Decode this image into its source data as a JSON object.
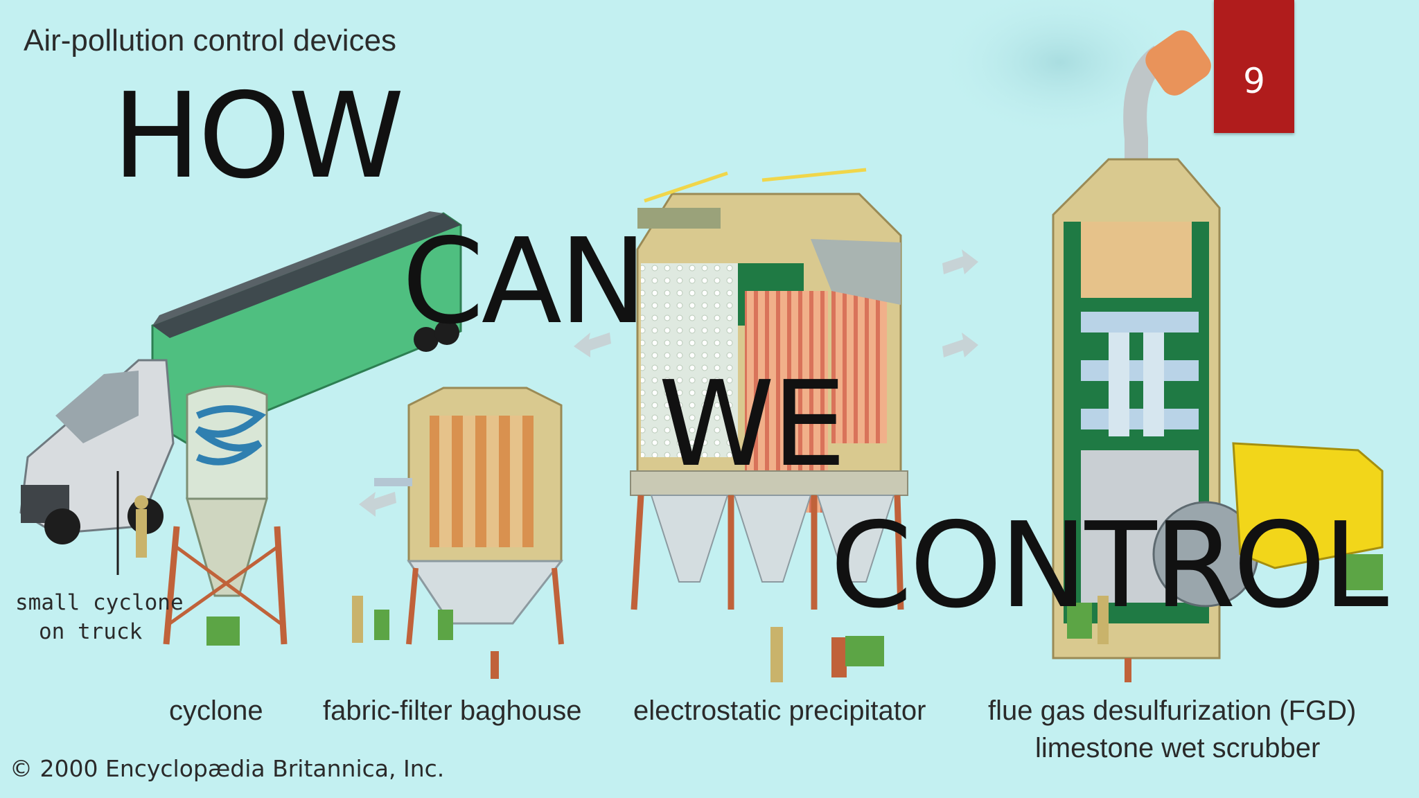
{
  "slide": {
    "page_number": "9",
    "headline_words": [
      "HOW",
      "CAN",
      "WE",
      "CONTROL"
    ]
  },
  "figure": {
    "title": "Air-pollution control devices",
    "captions": {
      "cyclone": "cyclone",
      "baghouse": "fabric-filter baghouse",
      "esp": "electrostatic precipitator",
      "fgd_line1": "flue gas desulfurization (FGD)",
      "fgd_line2": "limestone wet scrubber",
      "small_cyclone_line1": "small cyclone",
      "small_cyclone_line2": "on truck"
    },
    "copyright": "© 2000 Encyclopædia Britannica, Inc."
  },
  "colors": {
    "background": "#c3f0f1",
    "page_badge": "#b01c1c",
    "truck_green": "#4fbf80",
    "device_tan": "#d9c98f",
    "support_legs": "#c0623a",
    "bag_orange": "#e2995a",
    "scrubber_yellow": "#f2d61a",
    "drum_green": "#5ca545"
  }
}
